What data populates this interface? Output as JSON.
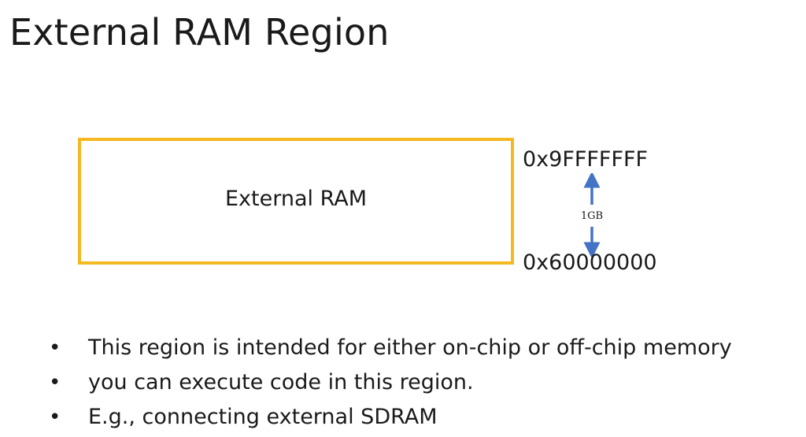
{
  "slide": {
    "title": "External RAM Region"
  },
  "diagram": {
    "region_label": "External RAM",
    "addr_top": "0x9FFFFFFF",
    "addr_bottom": "0x60000000",
    "size_label": "1GB",
    "box_color": "#f5b820",
    "arrow_color": "#4472c4"
  },
  "bullets": [
    "This region is intended for either on-chip or off-chip memory",
    "you can execute code in this region.",
    "E.g., connecting external SDRAM"
  ]
}
